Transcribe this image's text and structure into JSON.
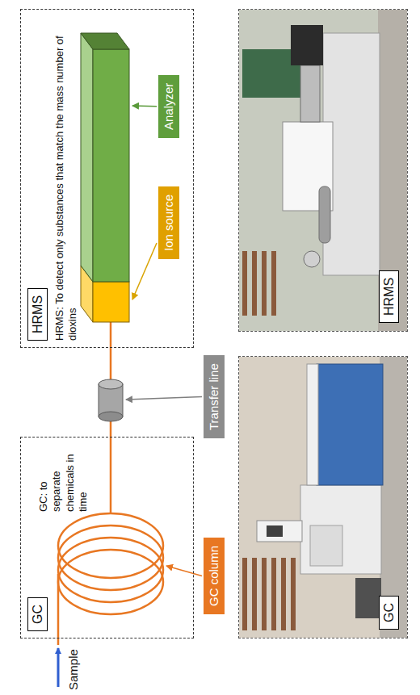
{
  "diagram": {
    "nodes": [
      {
        "text": [
          "GC",
          "GC: to separate chemicals in time"
        ]
      },
      {
        "text": [
          "GC column"
        ]
      },
      {
        "text": [
          "Transfer line"
        ]
      },
      {
        "text": [
          "HRMS",
          "HRMS: To detect only substances that match the mass number of dioxins"
        ]
      },
      {
        "text": [
          "Ion source"
        ]
      },
      {
        "text": [
          "Analyzer"
        ]
      },
      {
        "text": [
          "GC"
        ]
      },
      {
        "text": [
          "HRMS"
        ]
      }
    ],
    "labels": [
      "Sample"
    ]
  }
}
